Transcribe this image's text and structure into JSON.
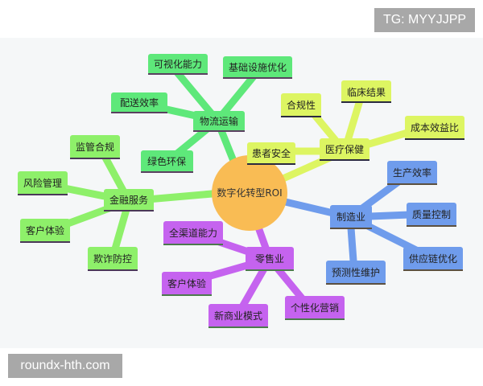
{
  "watermarks": {
    "top_right": "TG: MYYJJPP",
    "bottom_left": "roundx-hth.com"
  },
  "mindmap": {
    "center": {
      "label": "数字化转型ROI",
      "color": "#f9bc54"
    },
    "branches": [
      {
        "label": "物流运输",
        "color": "#5ee87a",
        "children": [
          "可视化能力",
          "基础设施优化",
          "配送效率",
          "绿色环保"
        ]
      },
      {
        "label": "医疗保健",
        "color": "#ddf562",
        "children": [
          "合规性",
          "临床结果",
          "成本效益比",
          "患者安全"
        ]
      },
      {
        "label": "金融服务",
        "color": "#8ef06a",
        "children": [
          "监管合规",
          "风险管理",
          "客户体验",
          "欺诈防控"
        ]
      },
      {
        "label": "制造业",
        "color": "#6f9cec",
        "children": [
          "生产效率",
          "质量控制",
          "供应链优化",
          "预测性维护"
        ]
      },
      {
        "label": "零售业",
        "color": "#c563ef",
        "children": [
          "全渠道能力",
          "客户体验",
          "新商业模式",
          "个性化营销"
        ]
      }
    ]
  }
}
